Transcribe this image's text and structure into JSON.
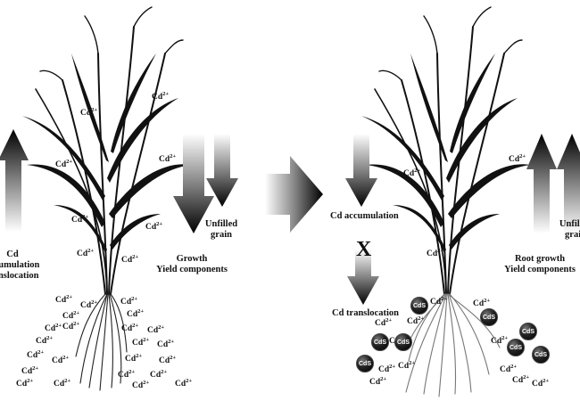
{
  "left_panel": {
    "vertical_label_lines": [
      "Cd",
      "accumulation",
      "translocation"
    ],
    "unfilled_grain_lines": [
      "Unfilled",
      "grain"
    ],
    "growth_lines": [
      "Growth",
      "Yield components"
    ],
    "ion_text": "Cd",
    "ion_charge": "2+"
  },
  "right_panel": {
    "cd_accumulation": "Cd accumulation",
    "blocked_mark": "X",
    "cd_translocation": "Cd translocation",
    "unfilled_grain_lines": [
      "Unfilled",
      "grain"
    ],
    "root_growth_lines": [
      "Root growth",
      "Yield components"
    ],
    "cds_label": "CdS",
    "ion_text": "Cd",
    "ion_charge": "2+"
  }
}
